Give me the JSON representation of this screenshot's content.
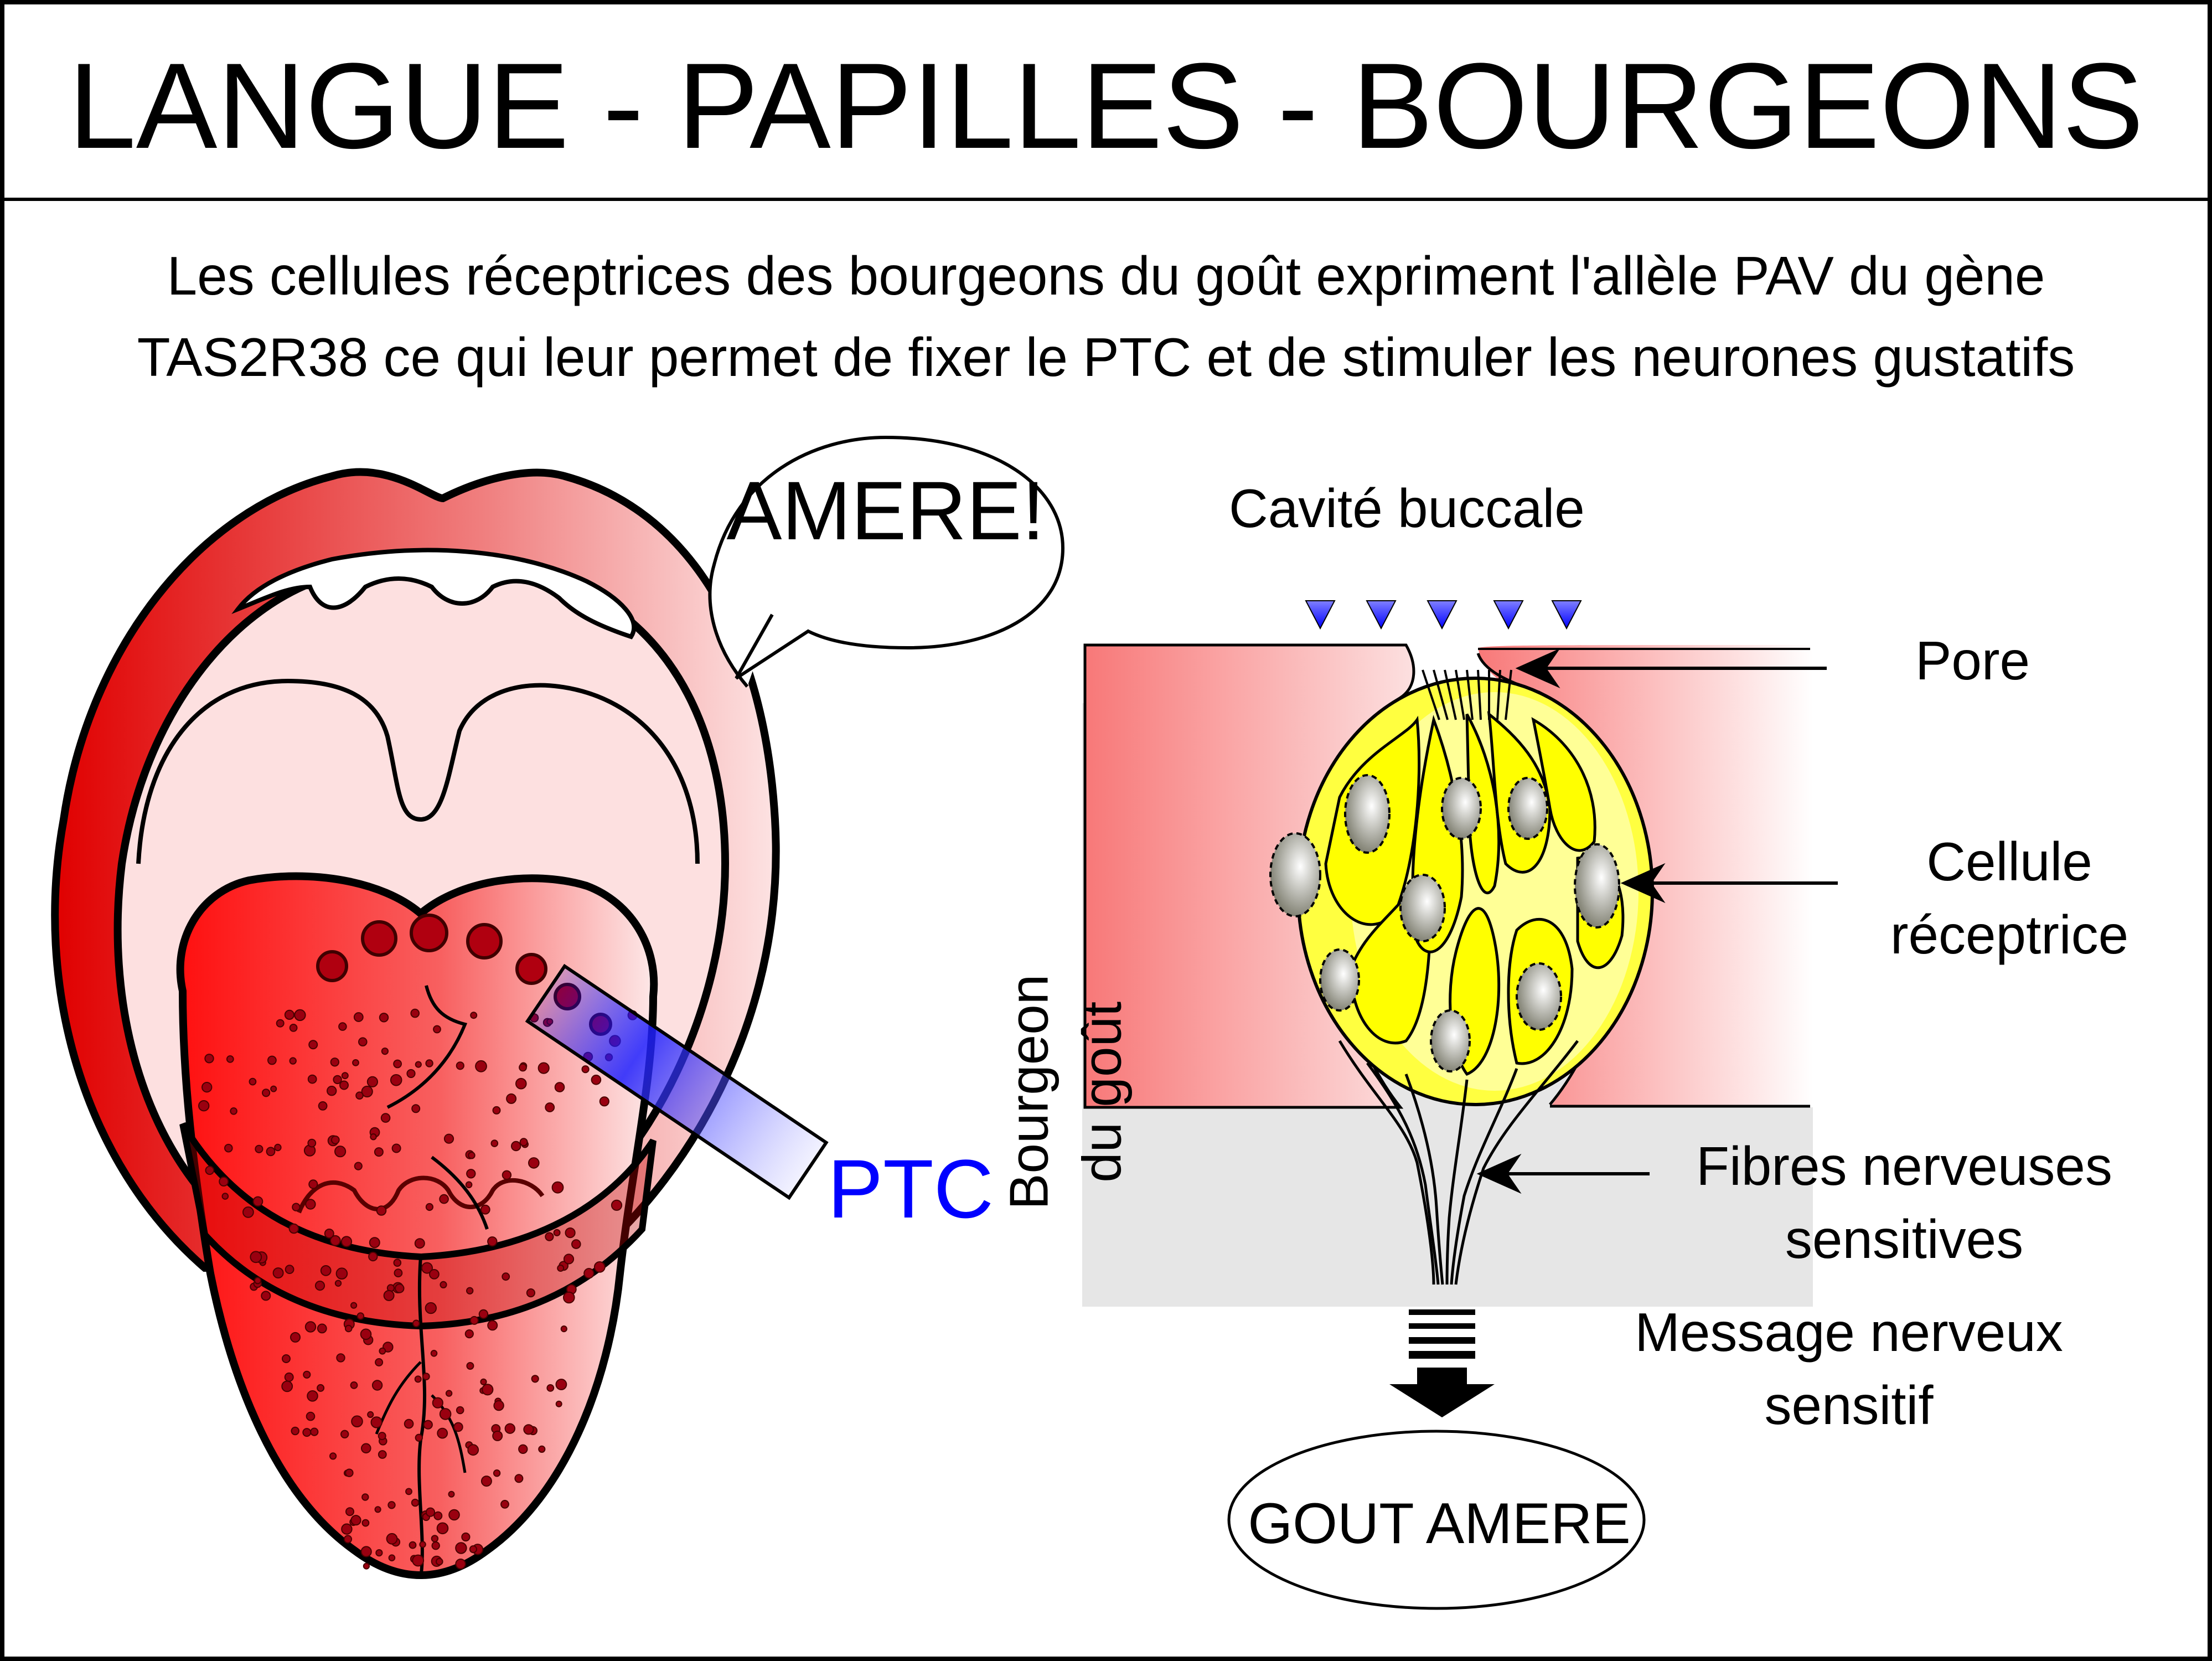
{
  "title": "LANGUE - PAPILLES - BOURGEONS",
  "description": {
    "line1": "Les cellules réceptrices des bourgeons du goût expriment l'allèle PAV du gène",
    "line2": "TAS2R38 ce qui leur permet de fixer le PTC et de stimuler les neurones gustatifs"
  },
  "mouth": {
    "speech": "AMERE!",
    "ptc_label": "PTC"
  },
  "taste_bud": {
    "cavity_label": "Cavité buccale",
    "pore_label": "Pore",
    "receptor_label_1": "Cellule",
    "receptor_label_2": "réceptrice",
    "bud_label_1": "Bourgeon",
    "bud_label_2": "du goût",
    "fibers_label_1": "Fibres nerveuses",
    "fibers_label_2": "sensitives",
    "message_label_1": "Message nerveux",
    "message_label_2": "sensitif",
    "result_label": "GOUT AMERE"
  },
  "colors": {
    "tongue_red": "#ff1010",
    "lip_red": "#e02020",
    "mouth_pink": "#fde0e0",
    "ptc_blue": "#0000ff",
    "receptor_yellow": "#ffff00",
    "tissue_pink": "#f78080",
    "background_grey": "#e6e6e6"
  },
  "icons": [
    "ptc-molecule-icon",
    "down-arrow-icon"
  ]
}
